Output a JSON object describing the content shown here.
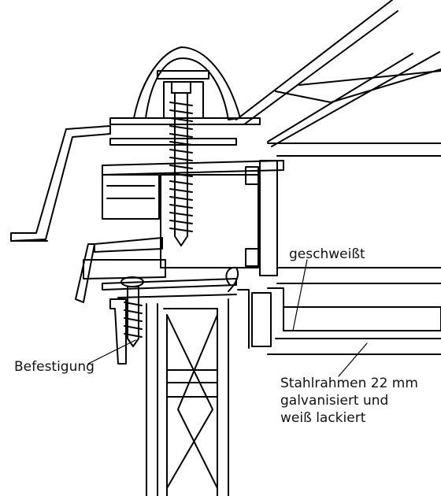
{
  "drawing": {
    "type": "technical cross-section",
    "line_color": "#000000",
    "background": "#ffffff"
  },
  "labels": {
    "welded": "geschweißt",
    "fastening": "Befestigung",
    "steel_frame": {
      "line1": "Stahlrahmen 22 mm",
      "line2": "galvanisiert und",
      "line3": "weiß lackiert"
    }
  }
}
